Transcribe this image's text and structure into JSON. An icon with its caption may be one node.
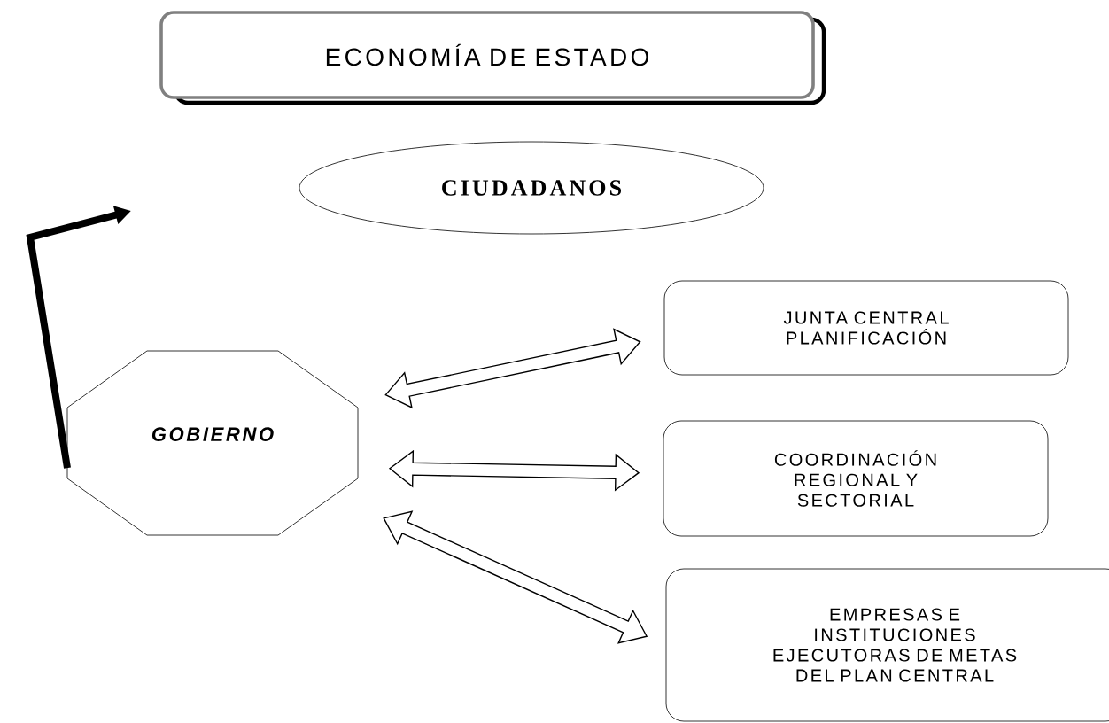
{
  "diagram": {
    "nodes": [
      {
        "text": [
          "ECONOMÍA DE ESTADO"
        ]
      },
      {
        "text": [
          "CIUDADANOS"
        ]
      },
      {
        "text": [
          "GOBIERNO"
        ]
      },
      {
        "text": [
          "JUNTA CENTRAL PLANIFICACIÓN"
        ]
      },
      {
        "text": [
          "COORDINACIÓN REGIONAL Y SECTORIAL"
        ]
      },
      {
        "text": [
          "EMPRESAS E INSTITUCIONES EJECUTORAS DE METAS DEL PLAN CENTRAL"
        ]
      }
    ],
    "edges": [
      {
        "from": 2,
        "to": null,
        "arrow": "to"
      },
      {
        "from": 2,
        "to": 3,
        "arrow": "both"
      },
      {
        "from": 2,
        "to": 4,
        "arrow": "both"
      },
      {
        "from": 2,
        "to": 5,
        "arrow": "both"
      }
    ]
  }
}
